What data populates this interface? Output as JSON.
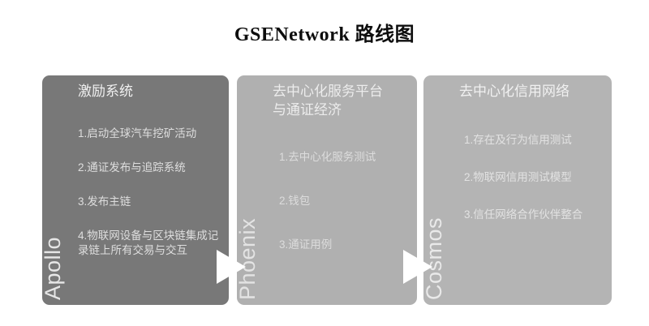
{
  "page": {
    "title": "GSENetwork 路线图",
    "background": "#ffffff"
  },
  "colors": {
    "phase1_bg": "#787878",
    "phase2_bg": "#b0b0b0",
    "phase3_bg": "#b4b4b4",
    "heading_text": "#f0f0f0",
    "body_text": "#dedede",
    "title_text": "#0d0d0d",
    "arrow": "#ffffff"
  },
  "roadmap": {
    "phases": [
      {
        "name": "Apollo",
        "heading": "激励系统",
        "items": [
          "1.启动全球汽车挖矿活动",
          "2.通证发布与追踪系统",
          "3.发布主链",
          "4.物联网设备与区块链集成记录链上所有交易与交互"
        ]
      },
      {
        "name": "Phoenix",
        "heading": "去中心化服务平台\n与通证经济",
        "items": [
          "1.去中心化服务测试",
          "2.钱包",
          "3.通证用例"
        ]
      },
      {
        "name": "Cosmos",
        "heading": "去中心化信用网络",
        "items": [
          "1.存在及行为信用测试",
          "2.物联网信用测试模型",
          "3.信任网络合作伙伴整合"
        ]
      }
    ],
    "connectors": [
      {
        "icon": "arrow-right-icon"
      },
      {
        "icon": "arrow-right-icon"
      }
    ]
  }
}
